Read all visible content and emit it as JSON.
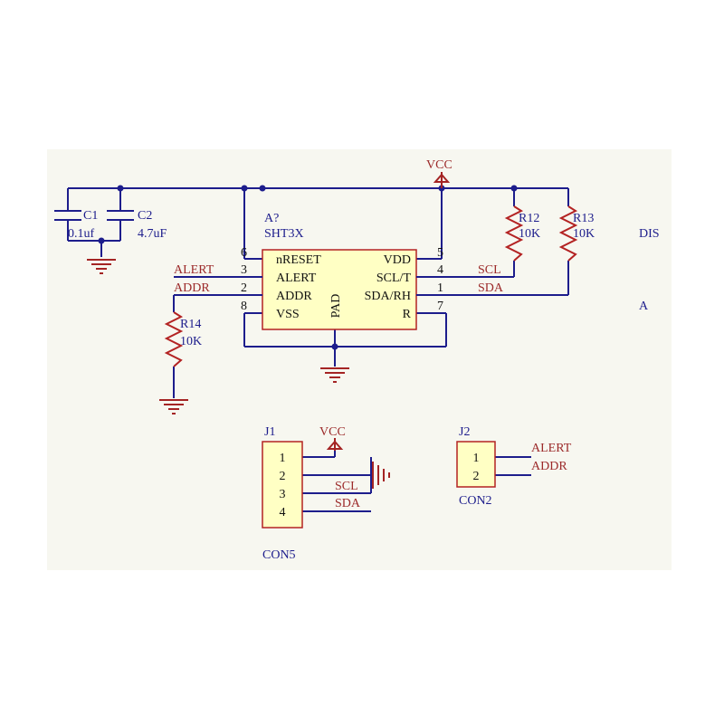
{
  "sheet": {
    "edge_right_1": "DIS",
    "edge_right_2": "A"
  },
  "power": {
    "vcc_main": "VCC",
    "vcc_j1": "VCC"
  },
  "caps": {
    "c1": {
      "ref": "C1",
      "value": "0.1uf"
    },
    "c2": {
      "ref": "C2",
      "value": "4.7uF"
    }
  },
  "resistors": {
    "r12": {
      "ref": "R12",
      "value": "10K"
    },
    "r13": {
      "ref": "R13",
      "value": "10K"
    },
    "r14": {
      "ref": "R14",
      "value": "10K"
    }
  },
  "chip": {
    "designator": "A?",
    "part": "SHT3X",
    "pad_label": "PAD",
    "left_pins": [
      {
        "num": "6",
        "name": "nRESET"
      },
      {
        "num": "3",
        "name": "ALERT"
      },
      {
        "num": "2",
        "name": "ADDR"
      },
      {
        "num": "8",
        "name": "VSS"
      }
    ],
    "right_pins": [
      {
        "num": "5",
        "name": "VDD"
      },
      {
        "num": "4",
        "name": "SCL/T"
      },
      {
        "num": "1",
        "name": "SDA/RH"
      },
      {
        "num": "7",
        "name": "R"
      }
    ]
  },
  "nets": {
    "alert": "ALERT",
    "addr": "ADDR",
    "scl": "SCL",
    "sda": "SDA"
  },
  "j1": {
    "designator": "J1",
    "part": "CON5",
    "pins": [
      "1",
      "2",
      "3",
      "4"
    ],
    "nets": {
      "scl": "SCL",
      "sda": "SDA"
    }
  },
  "j2": {
    "designator": "J2",
    "part": "CON2",
    "pins": [
      "1",
      "2"
    ],
    "nets": {
      "alert": "ALERT",
      "addr": "ADDR"
    }
  }
}
